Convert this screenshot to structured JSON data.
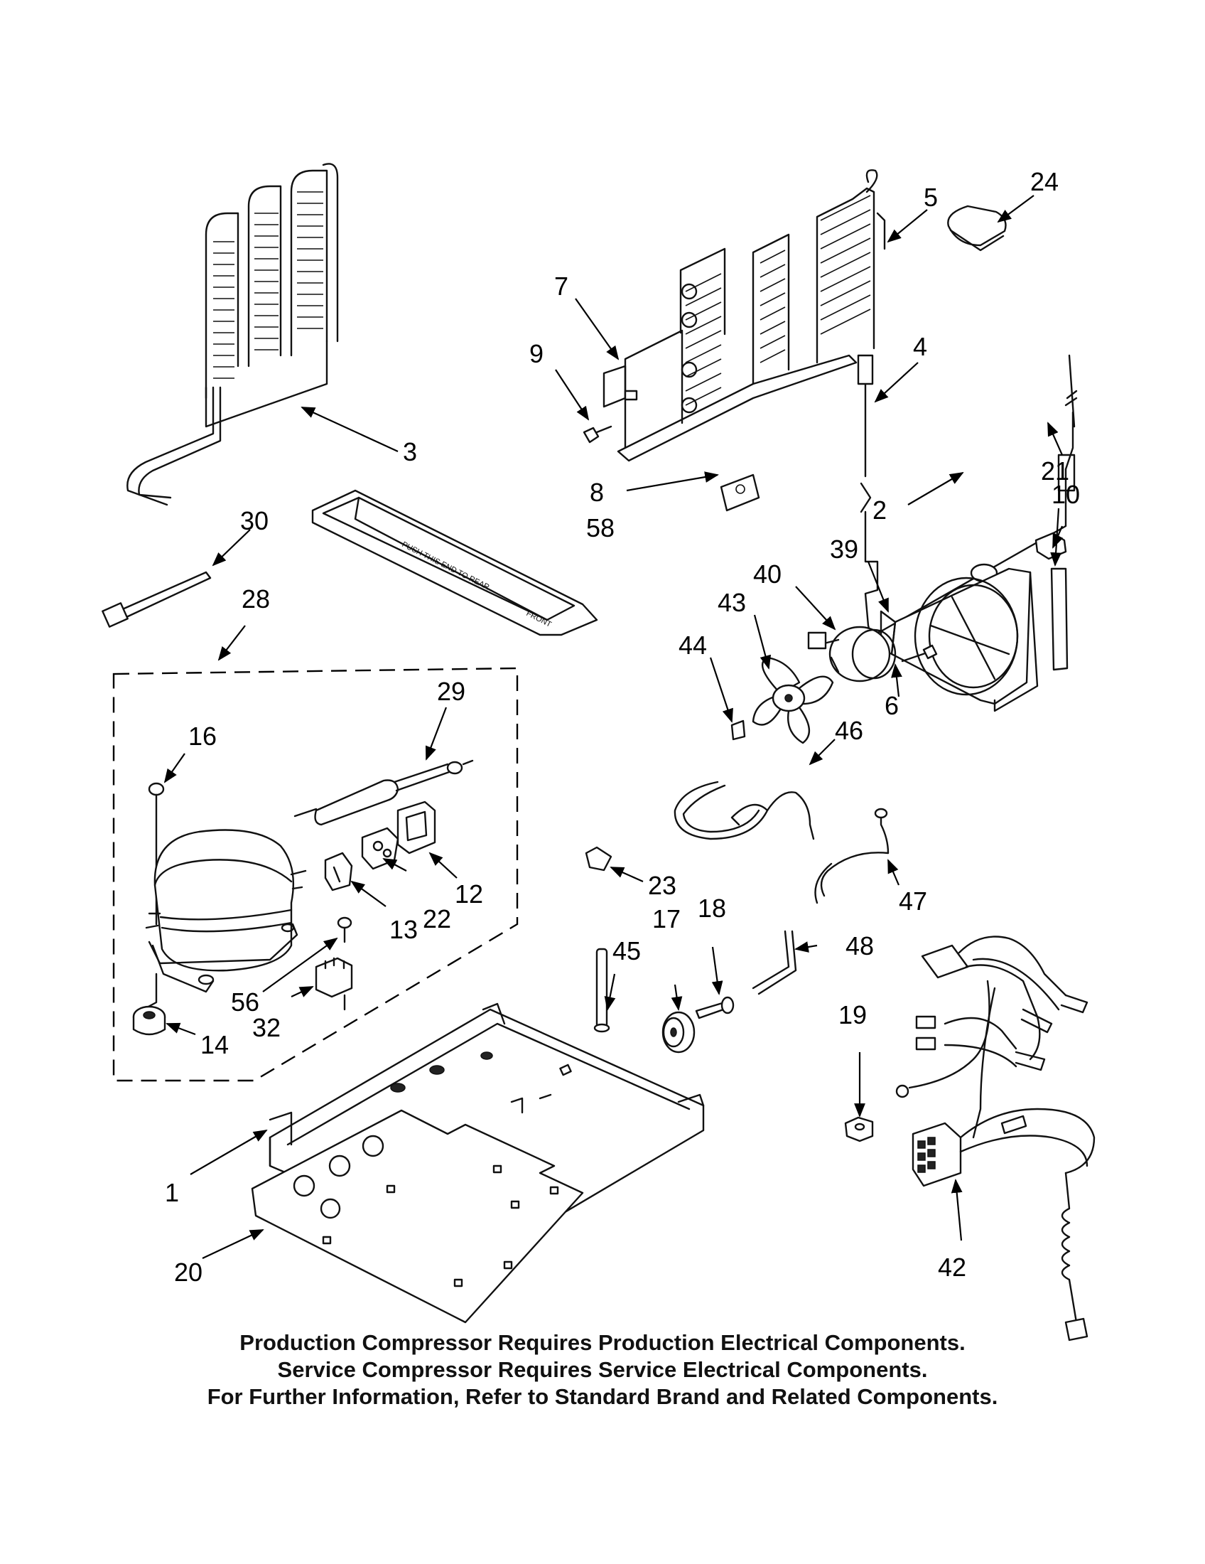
{
  "callouts": [
    {
      "id": "p1",
      "label": "1"
    },
    {
      "id": "p2",
      "label": "2"
    },
    {
      "id": "p3",
      "label": "3"
    },
    {
      "id": "p4",
      "label": "4"
    },
    {
      "id": "p5",
      "label": "5"
    },
    {
      "id": "p6",
      "label": "6"
    },
    {
      "id": "p7",
      "label": "7"
    },
    {
      "id": "p8",
      "label": "8"
    },
    {
      "id": "p9",
      "label": "9"
    },
    {
      "id": "p10",
      "label": "10"
    },
    {
      "id": "p12",
      "label": "12"
    },
    {
      "id": "p13",
      "label": "13"
    },
    {
      "id": "p14",
      "label": "14"
    },
    {
      "id": "p16",
      "label": "16"
    },
    {
      "id": "p17",
      "label": "17"
    },
    {
      "id": "p18",
      "label": "18"
    },
    {
      "id": "p19",
      "label": "19"
    },
    {
      "id": "p20",
      "label": "20"
    },
    {
      "id": "p21",
      "label": "21"
    },
    {
      "id": "p22",
      "label": "22"
    },
    {
      "id": "p23",
      "label": "23"
    },
    {
      "id": "p24",
      "label": "24"
    },
    {
      "id": "p28",
      "label": "28"
    },
    {
      "id": "p29",
      "label": "29"
    },
    {
      "id": "p30",
      "label": "30"
    },
    {
      "id": "p32",
      "label": "32"
    },
    {
      "id": "p39",
      "label": "39"
    },
    {
      "id": "p40",
      "label": "40"
    },
    {
      "id": "p42",
      "label": "42"
    },
    {
      "id": "p43",
      "label": "43"
    },
    {
      "id": "p44",
      "label": "44"
    },
    {
      "id": "p45",
      "label": "45"
    },
    {
      "id": "p46",
      "label": "46"
    },
    {
      "id": "p47",
      "label": "47"
    },
    {
      "id": "p48",
      "label": "48"
    },
    {
      "id": "p56",
      "label": "56"
    },
    {
      "id": "p58",
      "label": "58"
    }
  ],
  "tray": {
    "arrow_text": "PUSH THIS END TO REAR",
    "front_text": "FRONT"
  },
  "notes": {
    "line1": "Production Compressor Requires Production Electrical Components.",
    "line2": "Service Compressor Requires Service Electrical Components.",
    "line3": "For Further Information, Refer to Standard Brand and Related Components."
  }
}
